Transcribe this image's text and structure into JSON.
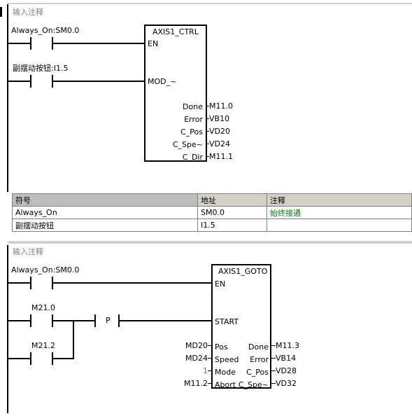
{
  "network1": {
    "comment": "输入注释",
    "contact1_label": "Always_On:SM0.0",
    "contact2_label": "副摆动按钮:I1.5",
    "block_title": "AXIS1_CTRL",
    "pins_in": [
      "EN",
      "MOD_~"
    ],
    "pins_out": [
      {
        "name": "Done",
        "value": "M11.0"
      },
      {
        "name": "Error",
        "value": "VB10"
      },
      {
        "name": "C_Pos",
        "value": "VD20"
      },
      {
        "name": "C_Spe~",
        "value": "VD24"
      },
      {
        "name": "C_Dir",
        "value": "M11.1"
      }
    ],
    "table": {
      "headers": [
        "符号",
        "地址",
        "注释"
      ],
      "rows": [
        {
          "symbol": "Always_On",
          "address": "SM0.0",
          "comment": "始终接通"
        },
        {
          "symbol": "副摆动按钮",
          "address": "I1.5",
          "comment": ""
        }
      ]
    }
  },
  "network2": {
    "comment": "输入注释",
    "contact1_label": "Always_On:SM0.0",
    "contact2_label": "M21.0",
    "contact3_label": "M21.2",
    "p_label": "P",
    "block_title": "AXIS1_GOTO",
    "en": "EN",
    "start": "START",
    "pins_in": [
      {
        "value": "MD20",
        "name": "Pos"
      },
      {
        "value": "MD24",
        "name": "Speed"
      },
      {
        "value": "1",
        "name": "Mode"
      },
      {
        "value": "M11.2",
        "name": "Abort"
      }
    ],
    "pins_out": [
      {
        "name": "Done",
        "value": "M11.3"
      },
      {
        "name": "Error",
        "value": "VB14"
      },
      {
        "name": "C_Pos",
        "value": "VD28"
      },
      {
        "name": "C_Spe~",
        "value": "VD32"
      }
    ]
  },
  "colors": {
    "rail": "#000000",
    "comment": "#808080",
    "header": "#d4d0c8",
    "green": "#008000",
    "olive": "#808000"
  }
}
